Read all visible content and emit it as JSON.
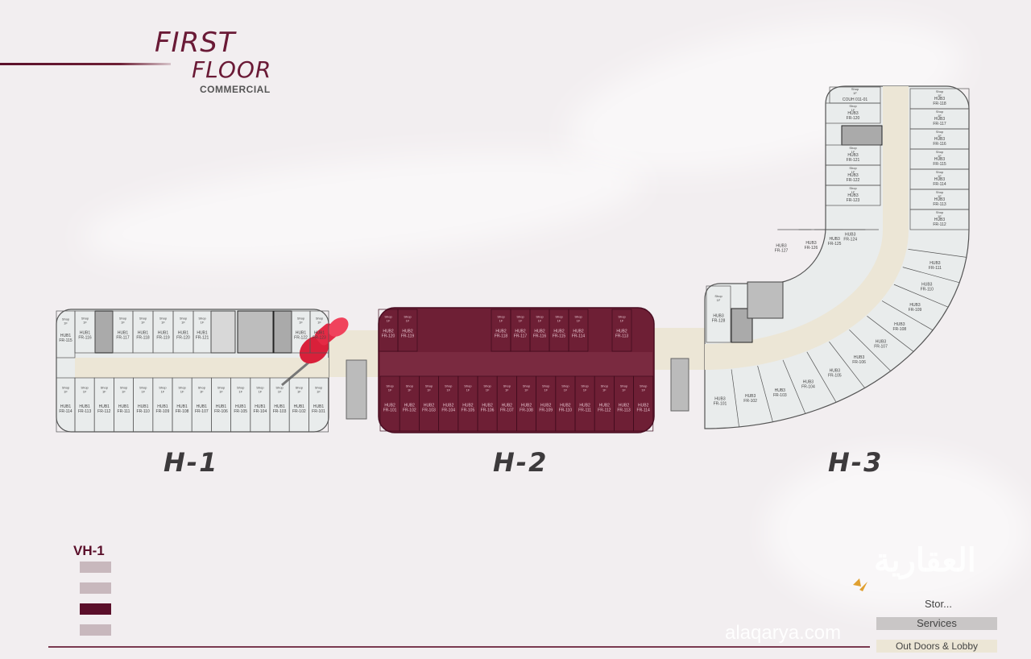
{
  "title": {
    "line1": "FIRST",
    "line2": "FLOOR",
    "subtitle": "COMMERCIAL"
  },
  "buildings": {
    "h1": {
      "label": "H-1",
      "top_units": [
        "FR-115",
        "FR-116",
        "FR-117",
        "FR-118",
        "FR-119",
        "FR-120",
        "FR-121",
        "FR-122",
        "FR-123"
      ],
      "bottom_units": [
        "FR-114",
        "FR-113",
        "FR-112",
        "FR-111",
        "FR-110",
        "FR-109",
        "FR-108",
        "FR-107",
        "FR-106",
        "FR-105",
        "FR-104",
        "FR-103",
        "FR-102",
        "FR-101"
      ],
      "hub": "HUB1"
    },
    "h2": {
      "label": "H-2",
      "top_units": [
        "FR-120",
        "FR-119",
        "FR-118",
        "FR-117",
        "FR-116",
        "FR-115",
        "FR-114",
        "FR-113"
      ],
      "bottom_units": [
        "FR-101",
        "FR-102",
        "FR-103",
        "FR-104",
        "FR-105",
        "FR-106",
        "FR-107",
        "FR-108",
        "FR-109",
        "FR-110",
        "FR-111",
        "FR-112",
        "FR-113",
        "FR-114"
      ],
      "hub": "HUB2"
    },
    "h3": {
      "label": "H-3",
      "right_units": [
        "FR-118",
        "FR-117",
        "FR-116",
        "FR-115",
        "FR-114",
        "FR-113",
        "FR-112"
      ],
      "left_units": [
        "FR-120",
        "FR-121",
        "FR-122",
        "FR-123"
      ],
      "inner_units": [
        "FR-124",
        "FR-125",
        "FR-126",
        "FR-127"
      ],
      "outer_units": [
        "FR-111",
        "FR-110",
        "FR-109",
        "FR-108",
        "FR-107",
        "FR-106",
        "FR-105",
        "FR-104",
        "FR-103",
        "FR-102",
        "FR-101"
      ],
      "corner_unit": "FR-128",
      "top_unit": "COUH 011-01",
      "hub": "HUB3"
    },
    "shop_label": "Shop",
    "shop_sub": "1F"
  },
  "legend": {
    "title": "VH-1",
    "items": [
      "Stor...",
      "Services",
      "Out Doors & Lobby"
    ]
  },
  "watermark": {
    "arabic": "العقارية",
    "latin": "alaqarya.com"
  },
  "colors": {
    "brand": "#6a1a36",
    "selected": "#6e1f35",
    "corridor": "#ece6d6",
    "unit": "#e9ecec"
  }
}
